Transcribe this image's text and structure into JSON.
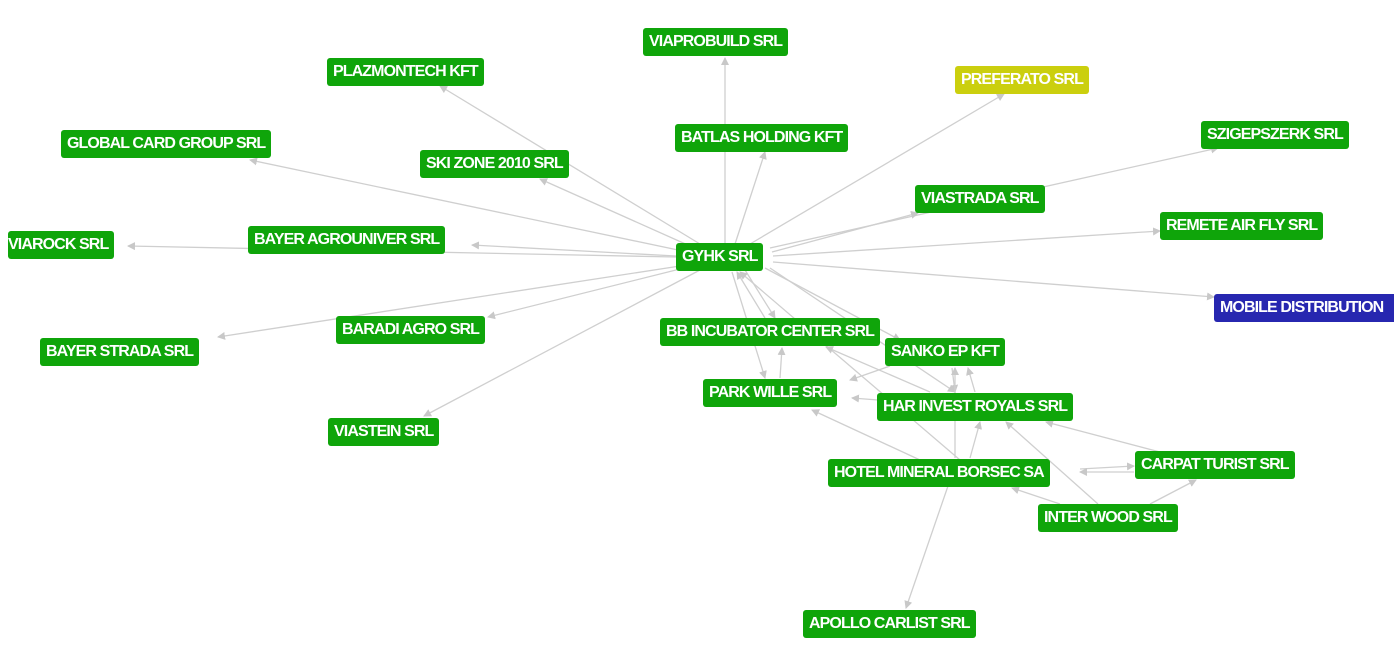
{
  "graph": {
    "colors": {
      "default": "#0fa50a",
      "highlight_yellow": "#cbcf0e",
      "highlight_blue": "#2727b0",
      "edge": "#cccccc"
    },
    "nodes": {
      "gyhk": "GYHK SRL",
      "viaprobuild": "VIAPROBUILD SRL",
      "plazmontech": "PLAZMONTECH KFT",
      "preferato": "PREFERATO SRL",
      "szigepszerk": "SZIGEPSZERK SRL",
      "global_card": "GLOBAL CARD GROUP SRL",
      "batlas": "BATLAS HOLDING KFT",
      "ski_zone": "SKI ZONE 2010 SRL",
      "viastrada": "VIASTRADA SRL",
      "remete": "REMETE AIR FLY SRL",
      "viarock": "VIAROCK SRL",
      "bayer_agro": "BAYER AGROUNIVER SRL",
      "mobile": "MOBILE DISTRIBUTION",
      "bayer_strada": "BAYER STRADA SRL",
      "baradi": "BARADI AGRO SRL",
      "bb_incubator": "BB INCUBATOR CENTER SRL",
      "sanko": "SANKO EP KFT",
      "park_wille": "PARK WILLE SRL",
      "har_invest": "HAR INVEST ROYALS SRL",
      "viastein": "VIASTEIN SRL",
      "hotel_mineral": "HOTEL MINERAL BORSEC SA",
      "carpat": "CARPAT TURIST SRL",
      "inter_wood": "INTER WOOD SRL",
      "apollo": "APOLLO CARLIST SRL"
    }
  }
}
